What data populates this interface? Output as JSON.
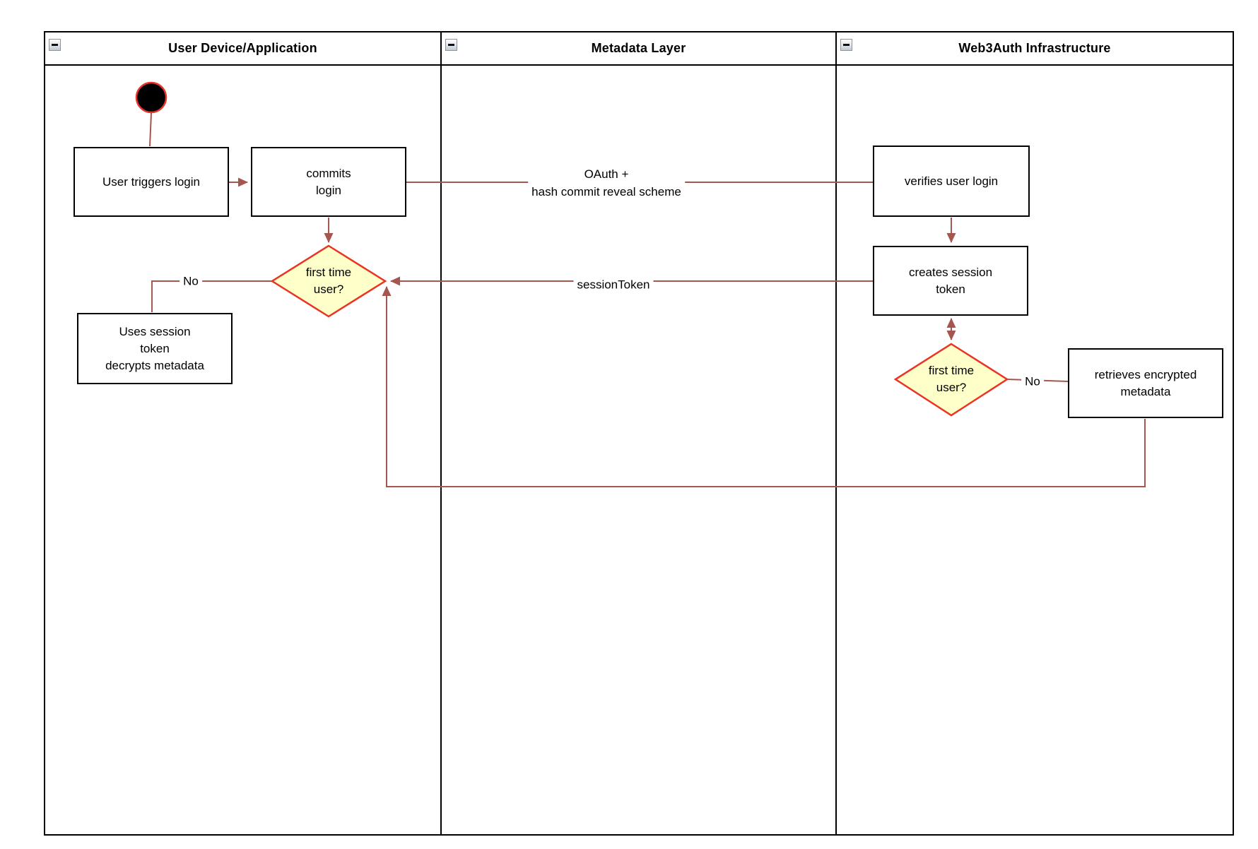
{
  "colors": {
    "edge": "#A5564F",
    "decision_fill": "#FFFFC9",
    "decision_stroke": "#EA3323",
    "node_fill": "#FFFFFF",
    "node_border": "#000000",
    "start_fill": "#000000",
    "start_stroke": "#E8352B"
  },
  "lanes": [
    {
      "title": "User Device/Application",
      "collapse_icon": "minus-icon"
    },
    {
      "title": "Metadata Layer",
      "collapse_icon": "minus-icon"
    },
    {
      "title": "Web3Auth Infrastructure",
      "collapse_icon": "minus-icon"
    }
  ],
  "nodes": {
    "start": {
      "type": "initial-node"
    },
    "user_triggers_login": {
      "label": "User triggers login"
    },
    "commits_login": {
      "label": "commits\nlogin"
    },
    "first_time_user_1": {
      "label": "first time\nuser?"
    },
    "uses_session_token": {
      "label": "Uses session\ntoken\ndecrypts metadata"
    },
    "verifies_user_login": {
      "label": "verifies user login"
    },
    "creates_session_token": {
      "label": "creates session\ntoken"
    },
    "first_time_user_2": {
      "label": "first time\nuser?"
    },
    "retrieves_encrypted_metadata": {
      "label": "retrieves encrypted\nmetadata"
    }
  },
  "edge_labels": {
    "oauth": "OAuth +\nhash commit reveal scheme",
    "session_token": "sessionToken",
    "no_left": "No",
    "no_right": "No"
  }
}
